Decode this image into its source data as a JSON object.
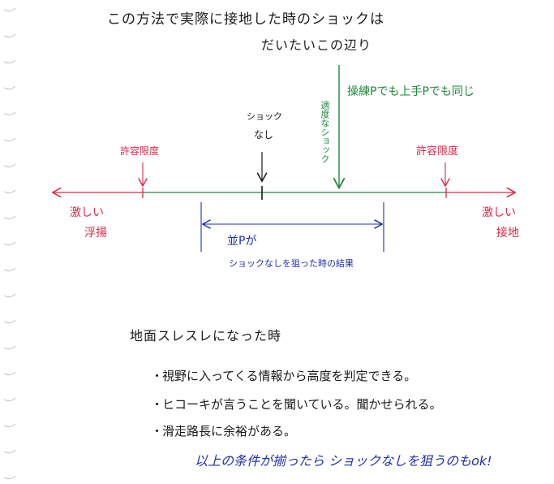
{
  "colors": {
    "ink": "#1a1a1a",
    "red": "#e0284a",
    "green": "#1e8a3c",
    "blue": "#1f2fb0",
    "margin_holes": "#c8c8c8"
  },
  "header": {
    "line1": "この方法で実際に接地した時のショックは",
    "line2": "だいたいこの辺り"
  },
  "diagram": {
    "green_note": "操練Pでも上手Pでも同じ",
    "green_vertical": "適度なショック",
    "no_shock_line1": "ショック",
    "no_shock_line2": "なし",
    "left_limit": "許容限度",
    "right_limit": "許容限度",
    "left_end_line1": "激しい",
    "left_end_line2": "浮揚",
    "right_end_line1": "激しい",
    "right_end_line2": "接地",
    "blue_range_label": "並Pが",
    "blue_caption": "ショックなしを狙った時の結果"
  },
  "notes": {
    "title": "地面スレスレになった時",
    "bullets": [
      "視野に入ってくる情報から高度を判定できる。",
      "ヒコーキが言うことを聞いている。聞かせられる。",
      "滑走路長に余裕がある。"
    ],
    "conclusion": "以上の条件が揃ったら ショックなしを狙うのもok!"
  }
}
